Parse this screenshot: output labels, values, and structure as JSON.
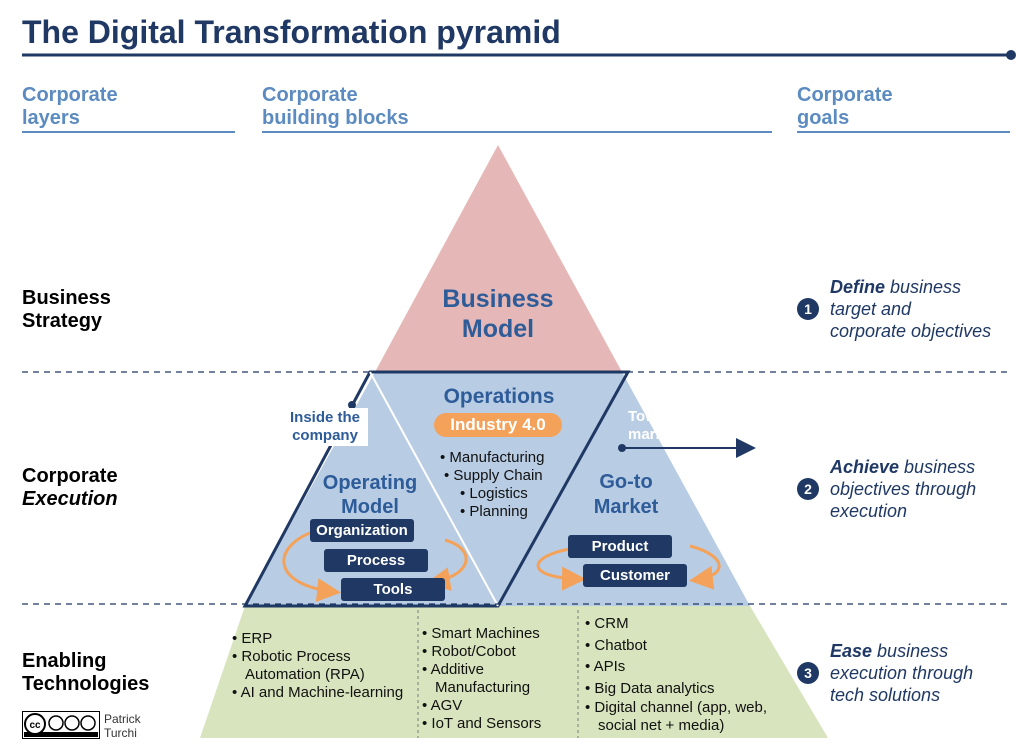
{
  "title": "The Digital Transformation pyramid",
  "columns": {
    "layers": [
      "Corporate",
      "layers"
    ],
    "blocks": [
      "Corporate",
      "building blocks"
    ],
    "goals": [
      "Corporate",
      "goals"
    ]
  },
  "rows": {
    "strategy": [
      "Business",
      "Strategy"
    ],
    "execution": [
      "Corporate",
      "Execution"
    ],
    "technologies": [
      "Enabling",
      "Technologies"
    ]
  },
  "pyramid": {
    "business_model": [
      "Business",
      "Model"
    ],
    "operations": {
      "title": "Operations",
      "badge": "Industry 4.0",
      "items": [
        "Manufacturing",
        "Supply Chain",
        "Logistics",
        "Planning"
      ]
    },
    "operating_model": {
      "title": [
        "Operating",
        "Model"
      ],
      "boxes": [
        "Organization",
        "Process",
        "Tools"
      ]
    },
    "go_to_market": {
      "title": [
        "Go-to",
        "Market"
      ],
      "boxes": [
        "Product",
        "Customer"
      ]
    },
    "inside_label": [
      "Inside the",
      "company"
    ],
    "toward_label": [
      "Toward the",
      "market"
    ]
  },
  "technologies": {
    "left": [
      "ERP",
      "Robotic Process Automation (RPA)",
      "AI and Machine-learning"
    ],
    "middle": [
      "Smart Machines",
      "Robot/Cobot",
      "Additive Manufacturing",
      "AGV",
      "IoT and Sensors"
    ],
    "right": [
      "CRM",
      "Chatbot",
      "APIs",
      "Big Data analytics",
      "Digital channel (app, web, social net + media)"
    ]
  },
  "goals": [
    {
      "num": "1",
      "keyword": "Define",
      "rest1": " business",
      "line2": "target and",
      "line3": "corporate objectives"
    },
    {
      "num": "2",
      "keyword": "Achieve",
      "rest1": " business",
      "line2": "objectives through",
      "line3": "execution"
    },
    {
      "num": "3",
      "keyword": "Ease",
      "rest1": " business",
      "line2": "execution through",
      "line3": "tech solutions"
    }
  ],
  "license": {
    "badge": "cc by nc sa",
    "author": [
      "Patrick",
      "Turchi"
    ]
  },
  "colors": {
    "title": "#1f3864",
    "header": "#5b8bc0",
    "business_model": "#e5b8b7",
    "execution": "#b8cce4",
    "technologies": "#d7e4bd",
    "accent": "#f4a259"
  }
}
